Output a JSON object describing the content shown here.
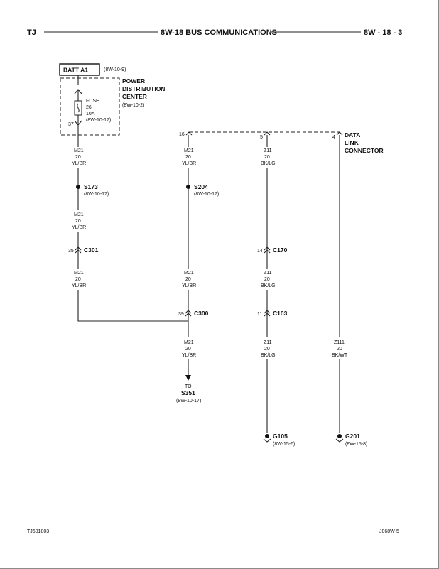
{
  "header": {
    "left": "TJ",
    "title": "8W-18 BUS COMMUNICATIONS",
    "right": "8W - 18 - 3"
  },
  "footer": {
    "left": "TJ601803",
    "right": "J068W-5"
  },
  "batt": {
    "label": "BATT A1",
    "ref": "(8W-10-9)"
  },
  "pdc": {
    "name_lines": [
      "POWER",
      "DISTRIBUTION",
      "CENTER"
    ],
    "ref": "(8W-10-2)",
    "fuse_lines": [
      "FUSE",
      "26",
      "10A",
      "(8W-10-17)"
    ],
    "pin": "37"
  },
  "dlc": {
    "name_lines": [
      "DATA",
      "LINK",
      "CONNECTOR"
    ],
    "pins": {
      "p16": "16",
      "p5": "5",
      "p4": "4"
    }
  },
  "wires": {
    "a": [
      "M21",
      "20",
      "YL/BR"
    ],
    "z11": [
      "Z11",
      "20",
      "BK/LG"
    ],
    "z111": [
      "Z111",
      "20",
      "BK/WT"
    ]
  },
  "splices": {
    "s173": {
      "name": "S173",
      "ref": "(8W-10-17)"
    },
    "s204": {
      "name": "S204",
      "ref": "(8W-10-17)"
    }
  },
  "connectors": {
    "c301": {
      "name": "C301",
      "pin": "35"
    },
    "c170": {
      "name": "C170",
      "pin": "14"
    },
    "c300": {
      "name": "C300",
      "pin": "39"
    },
    "c103": {
      "name": "C103",
      "pin": "11"
    }
  },
  "to": {
    "word": "TO",
    "name": "S351",
    "ref": "(8W-10-17)"
  },
  "grounds": {
    "g105": {
      "name": "G105",
      "ref": "(8W-15-6)"
    },
    "g201": {
      "name": "G201",
      "ref": "(8W-15-8)"
    }
  }
}
